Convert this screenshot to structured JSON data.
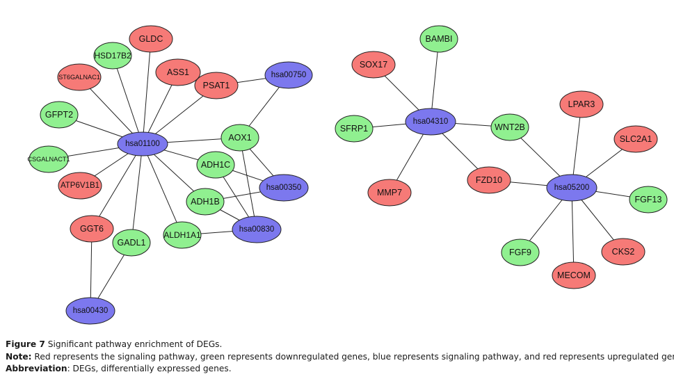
{
  "legend_colors": {
    "red": "#f67a77",
    "green": "#90f090",
    "blue": "#7c78ee"
  },
  "network": {
    "nodes": [
      {
        "id": "hsa01100",
        "type": "blue"
      },
      {
        "id": "GLDC",
        "type": "red"
      },
      {
        "id": "HSD17B2",
        "type": "green"
      },
      {
        "id": "ST6GALNAC1",
        "type": "red"
      },
      {
        "id": "ASS1",
        "type": "red"
      },
      {
        "id": "PSAT1",
        "type": "red"
      },
      {
        "id": "hsa00750",
        "type": "blue"
      },
      {
        "id": "GFPT2",
        "type": "green"
      },
      {
        "id": "CSGALNACT1",
        "type": "green"
      },
      {
        "id": "ATP6V1B1",
        "type": "red"
      },
      {
        "id": "AOX1",
        "type": "green"
      },
      {
        "id": "ADH1C",
        "type": "green"
      },
      {
        "id": "ADH1B",
        "type": "green"
      },
      {
        "id": "hsa00350",
        "type": "blue"
      },
      {
        "id": "hsa00830",
        "type": "blue"
      },
      {
        "id": "ALDH1A1",
        "type": "green"
      },
      {
        "id": "GGT6",
        "type": "red"
      },
      {
        "id": "GADL1",
        "type": "green"
      },
      {
        "id": "hsa00430",
        "type": "blue"
      },
      {
        "id": "BAMBI",
        "type": "green"
      },
      {
        "id": "SOX17",
        "type": "red"
      },
      {
        "id": "hsa04310",
        "type": "blue"
      },
      {
        "id": "SFRP1",
        "type": "green"
      },
      {
        "id": "WNT2B",
        "type": "green"
      },
      {
        "id": "MMP7",
        "type": "red"
      },
      {
        "id": "FZD10",
        "type": "red"
      },
      {
        "id": "hsa05200",
        "type": "blue"
      },
      {
        "id": "LPAR3",
        "type": "red"
      },
      {
        "id": "SLC2A1",
        "type": "red"
      },
      {
        "id": "FGF13",
        "type": "green"
      },
      {
        "id": "FGF9",
        "type": "green"
      },
      {
        "id": "MECOM",
        "type": "red"
      },
      {
        "id": "CKS2",
        "type": "red"
      }
    ],
    "edges": [
      [
        "hsa01100",
        "GLDC"
      ],
      [
        "hsa01100",
        "HSD17B2"
      ],
      [
        "hsa01100",
        "ST6GALNAC1"
      ],
      [
        "hsa01100",
        "ASS1"
      ],
      [
        "hsa01100",
        "PSAT1"
      ],
      [
        "hsa01100",
        "GFPT2"
      ],
      [
        "hsa01100",
        "CSGALNACT1"
      ],
      [
        "hsa01100",
        "ATP6V1B1"
      ],
      [
        "hsa01100",
        "AOX1"
      ],
      [
        "hsa01100",
        "ADH1C"
      ],
      [
        "hsa01100",
        "ADH1B"
      ],
      [
        "hsa01100",
        "ALDH1A1"
      ],
      [
        "hsa01100",
        "GGT6"
      ],
      [
        "hsa01100",
        "GADL1"
      ],
      [
        "PSAT1",
        "hsa00750"
      ],
      [
        "hsa00750",
        "AOX1"
      ],
      [
        "AOX1",
        "hsa00350"
      ],
      [
        "AOX1",
        "hsa00830"
      ],
      [
        "ADH1C",
        "hsa00350"
      ],
      [
        "ADH1C",
        "hsa00830"
      ],
      [
        "ADH1B",
        "hsa00350"
      ],
      [
        "ADH1B",
        "hsa00830"
      ],
      [
        "ALDH1A1",
        "hsa00830"
      ],
      [
        "GGT6",
        "hsa00430"
      ],
      [
        "GADL1",
        "hsa00430"
      ],
      [
        "hsa04310",
        "BAMBI"
      ],
      [
        "hsa04310",
        "SOX17"
      ],
      [
        "hsa04310",
        "SFRP1"
      ],
      [
        "hsa04310",
        "WNT2B"
      ],
      [
        "hsa04310",
        "MMP7"
      ],
      [
        "hsa04310",
        "FZD10"
      ],
      [
        "hsa05200",
        "WNT2B"
      ],
      [
        "hsa05200",
        "FZD10"
      ],
      [
        "hsa05200",
        "LPAR3"
      ],
      [
        "hsa05200",
        "SLC2A1"
      ],
      [
        "hsa05200",
        "FGF13"
      ],
      [
        "hsa05200",
        "FGF9"
      ],
      [
        "hsa05200",
        "MECOM"
      ],
      [
        "hsa05200",
        "CKS2"
      ]
    ]
  },
  "caption": {
    "figure_label": "Figure 7",
    "figure_title": "Significant pathway enrichment of DEGs.",
    "note_label": "Note:",
    "note_text": "Red represents the signaling pathway, green represents downregulated genes, blue represents signaling pathway, and red represents upregulated genes.",
    "abbrev_label": "Abbreviation",
    "abbrev_text": ": DEGs, differentially expressed genes."
  }
}
